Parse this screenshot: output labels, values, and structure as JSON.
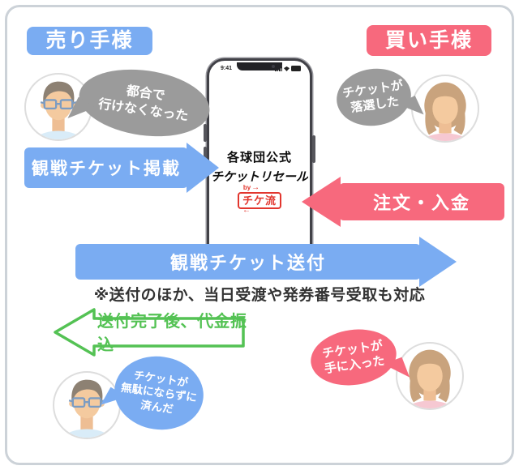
{
  "colors": {
    "blue": "#7aacf2",
    "red": "#f7697d",
    "gray": "#9b9b9b",
    "green": "#54c254",
    "logo_red": "#e2362e",
    "frame": "#ccd2d8"
  },
  "seller": {
    "label": "売り手様",
    "problem_bubble": "都合で\n行けなくなった",
    "result_bubble": "チケットが\n無駄にならずに\n済んだ"
  },
  "buyer": {
    "label": "買い手様",
    "problem_bubble": "チケットが\n落選した",
    "result_bubble": "チケットが\n手に入った"
  },
  "flow": {
    "list_arrow": "観戦チケット掲載",
    "order_arrow": "注文・入金",
    "send_arrow": "観戦チケット送付",
    "send_note": "※送付のほか、当日受渡や発券番号受取も対応",
    "payout_arrow": "送付完了後、代金振込"
  },
  "phone": {
    "status_time": "9:41",
    "app_line1": "各球団公式",
    "app_line2": "チケットリセール",
    "logo_by": "by",
    "logo_name": "チケ流"
  }
}
